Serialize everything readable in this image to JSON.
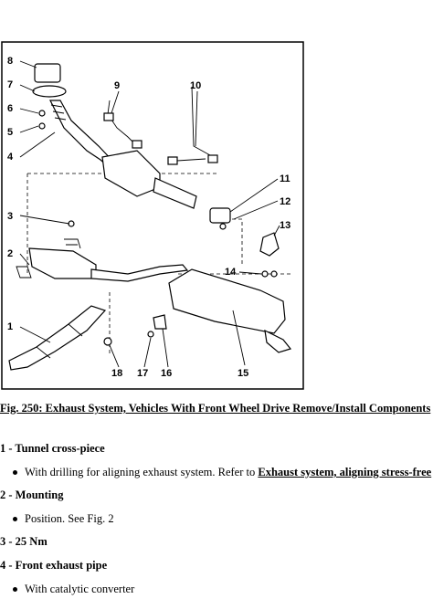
{
  "figure": {
    "labels": [
      "1",
      "2",
      "3",
      "4",
      "5",
      "6",
      "7",
      "8",
      "9",
      "10",
      "11",
      "12",
      "13",
      "14",
      "15",
      "16",
      "17",
      "18"
    ]
  },
  "caption": "Fig. 250: Exhaust System, Vehicles With Front Wheel Drive Remove/Install Components",
  "items": [
    {
      "head": "1 - Tunnel cross-piece",
      "bullet_text": "With drilling for aligning exhaust system. Refer to ",
      "bullet_link": "Exhaust system, aligning stress-free"
    },
    {
      "head": "2 - Mounting",
      "bullet_text": "Position. See Fig. 2"
    },
    {
      "head": "3 - 25 Nm"
    },
    {
      "head": "4 - Front exhaust pipe",
      "bullet_text": "With catalytic converter"
    }
  ]
}
